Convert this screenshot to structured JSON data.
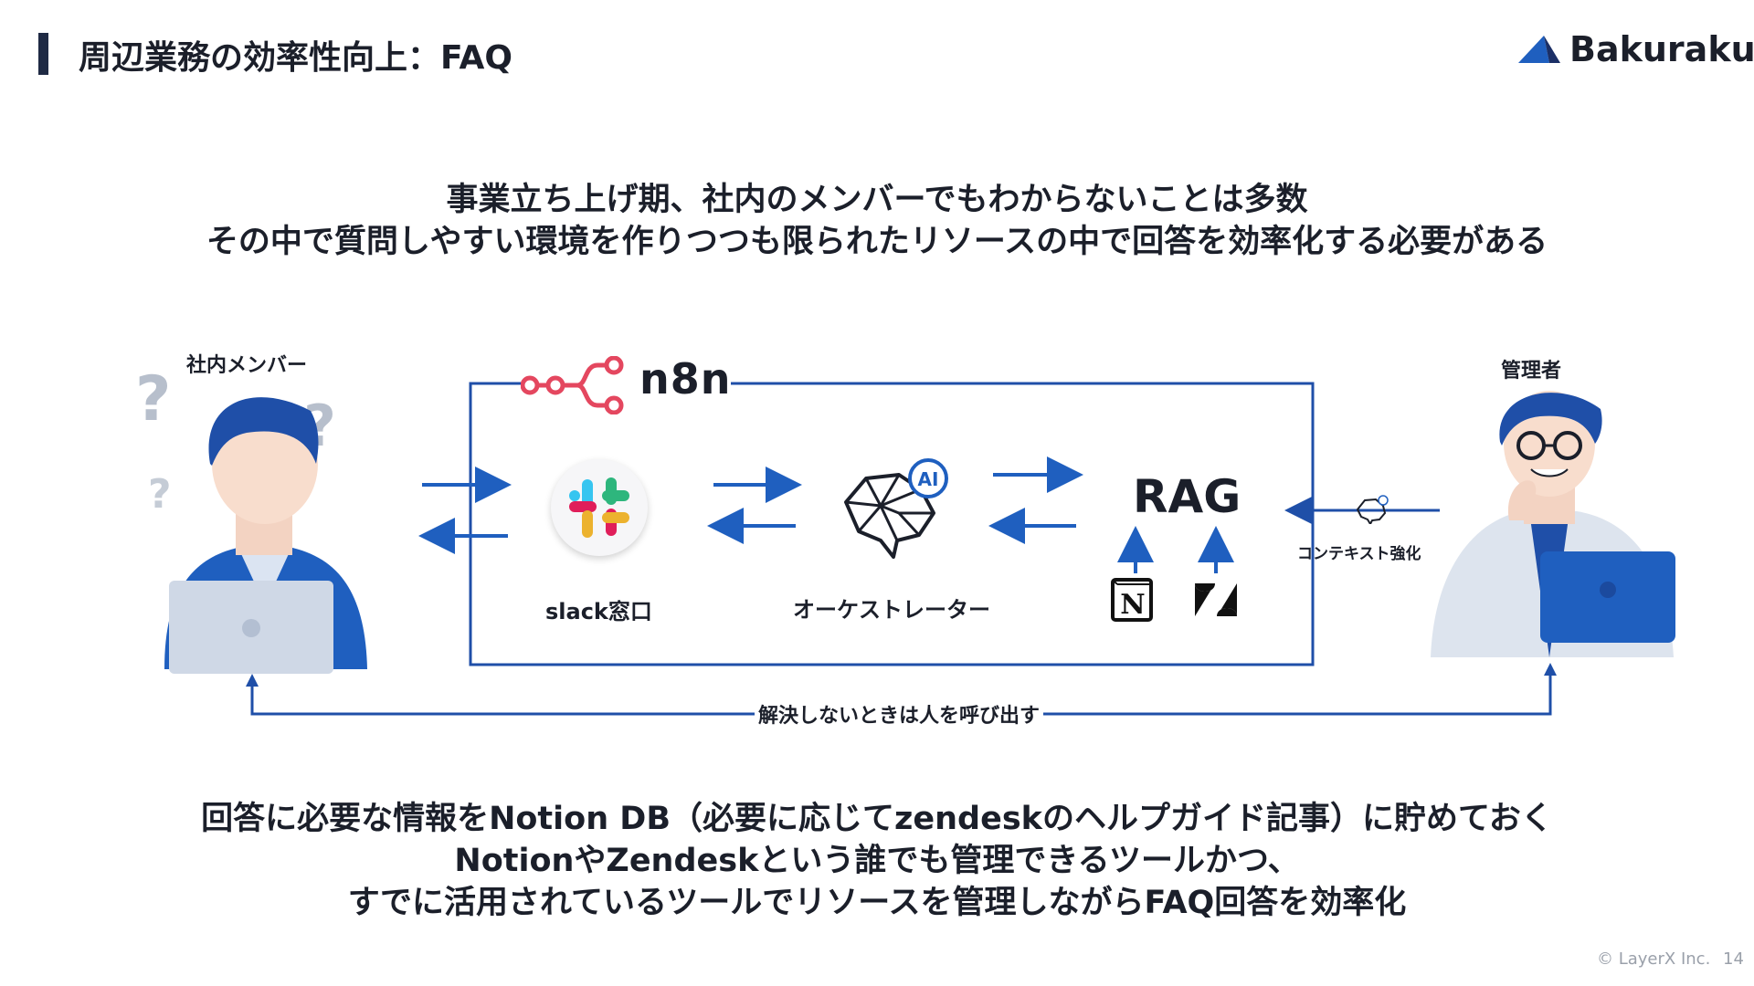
{
  "header": {
    "title": "周辺業務の効率性向上：FAQ",
    "brand": "Bakuraku",
    "brand_color": "#1f5fbf"
  },
  "headline": {
    "line1": "事業立ち上げ期、社内のメンバーでもわからないことは多数",
    "line2": "その中で質問しやすい環境を作りつつも限られたリソースの中で回答を効率化する必要がある"
  },
  "diagram": {
    "member_label": "社内メンバー",
    "admin_label": "管理者",
    "platform_name": "n8n",
    "slack_label": "slack窓口",
    "orchestrator_label": "オーケストレーター",
    "ai_badge": "AI",
    "rag_label": "RAG",
    "context_label": "コンテキスト強化",
    "escalate_label": "解決しないときは人を呼び出す",
    "icons": [
      "question-mark-icon",
      "slack-icon",
      "ai-brain-icon",
      "notion-icon",
      "zendesk-icon",
      "laptop-icon"
    ],
    "line_color": "#1f4fa8",
    "arrow_color": "#1f5fbf"
  },
  "bottom": {
    "line1": "回答に必要な情報をNotion DB（必要に応じてzendeskのヘルプガイド記事）に貯めておく",
    "line2": "NotionやZendeskという誰でも管理できるツールかつ、",
    "line3": "すでに活用されているツールでリソースを管理しながらFAQ回答を効率化"
  },
  "footer": {
    "copyright": "© LayerX Inc.",
    "page": "14"
  }
}
